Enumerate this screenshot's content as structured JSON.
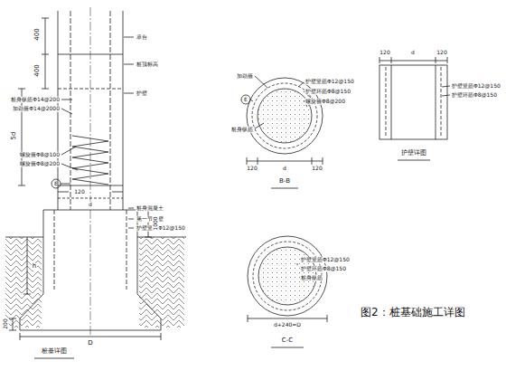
{
  "diagram": {
    "title": "图2：桩基础施工详图",
    "labels": [
      "400",
      "400",
      "5d",
      "桩身纵筋Φ14@200",
      "加劲箍Φ14@2000",
      "螺旋箍Φ8@100",
      "螺旋箍Φ8@200",
      "E",
      "承台",
      "桩顶标高",
      "护壁",
      "120",
      "d",
      "桩身混凝土",
      "第一节护壁",
      "护壁竖筋Φ12@150",
      "1000",
      "h",
      "200",
      "D",
      "桩基详图",
      "加劲箍",
      "桩身纵筋",
      "E",
      "护壁竖筋Φ12@150",
      "护壁环筋Φ8@150",
      "螺旋箍Φ8@200",
      "120",
      "d",
      "120",
      "B-B",
      "120",
      "d",
      "120",
      "护壁竖筋Φ12@150",
      "护壁环筋Φ8@150",
      "护壁详图",
      "护壁竖筋Φ12@150",
      "护壁环筋Φ8@150",
      "桩身纵筋",
      "d+240=D",
      "C-C"
    ]
  }
}
